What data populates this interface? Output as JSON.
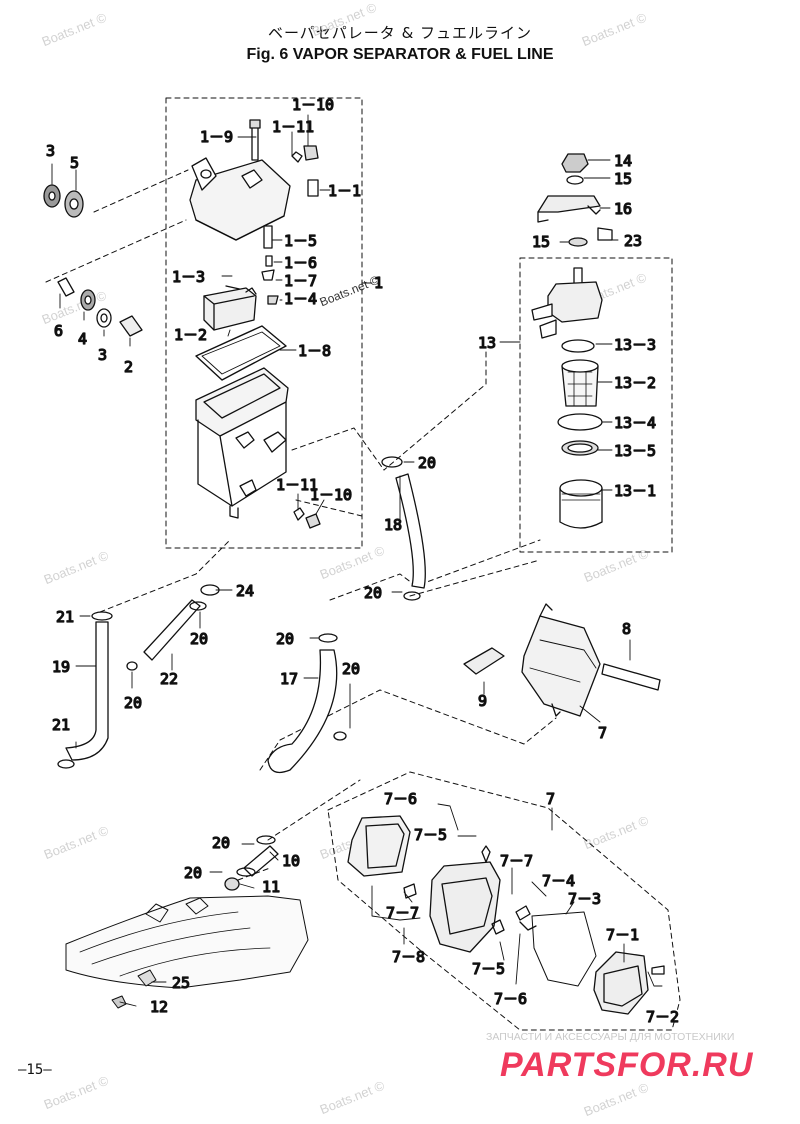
{
  "title_jp": "ベーパセパレータ & フュエルライン",
  "title_en": "Fig. 6    VAPOR SEPARATOR & FUEL LINE",
  "page_number": "—15—",
  "watermark": "Boats.net ©",
  "shop_tagline": "ЗАПЧАСТИ И АКСЕССУАРЫ ДЛЯ МОТОТЕХНИКИ",
  "shop_brand": "PARTSFOR.RU",
  "callouts": {
    "c1_10a": "1－10",
    "c1_9": "1－9",
    "c1_11a": "1－11",
    "c1_1": "1－1",
    "c1_5": "1－5",
    "c1_6": "1－6",
    "c1_3": "1－3",
    "c1_7": "1－7",
    "c1": "1",
    "c1_4": "1－4",
    "c1_2": "1－2",
    "c1_8": "1－8",
    "c1_11b": "1－11",
    "c1_10b": "1－10",
    "c3a": "3",
    "c5": "5",
    "c6": "6",
    "c4": "4",
    "c3b": "3",
    "c2": "2",
    "c14": "14",
    "c15a": "15",
    "c16": "16",
    "c15b": "15",
    "c23": "23",
    "c13": "13",
    "c13_3": "13－3",
    "c13_2": "13－2",
    "c13_4": "13－4",
    "c13_5": "13－5",
    "c13_1": "13－1",
    "c20a": "20",
    "c18": "18",
    "c20b": "20",
    "c24": "24",
    "c21a": "21",
    "c20c": "20",
    "c19": "19",
    "c22": "22",
    "c20d": "20",
    "c21b": "21",
    "c20e": "20",
    "c17": "17",
    "c20f": "20",
    "c8": "8",
    "c9": "9",
    "c7a": "7",
    "c7b": "7",
    "c7_6a": "7－6",
    "c7_5a": "7－5",
    "c7_7a": "7－7",
    "c7_4": "7－4",
    "c7_3": "7－3",
    "c7_7b": "7－7",
    "c7_8": "7－8",
    "c7_5b": "7－5",
    "c7_6b": "7－6",
    "c7_1": "7－1",
    "c7_2": "7－2",
    "c20g": "20",
    "c10": "10",
    "c20h": "20",
    "c11": "11",
    "c25": "25",
    "c12": "12"
  }
}
